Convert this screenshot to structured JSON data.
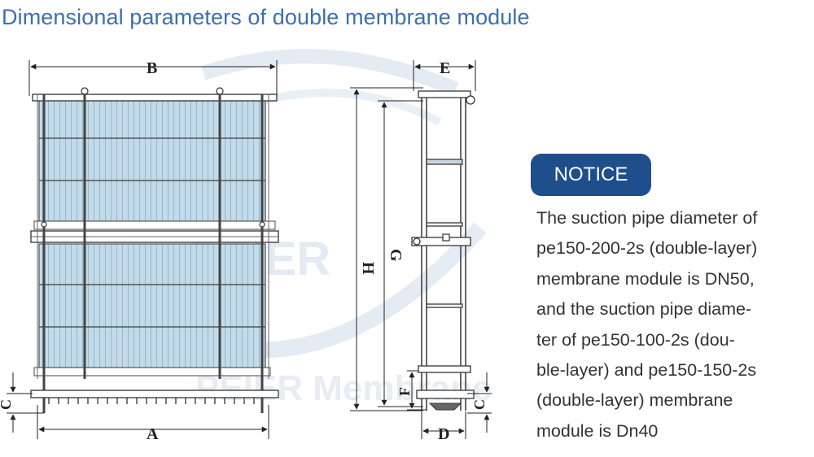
{
  "title": "Dimensional parameters of double membrane module",
  "diagram": {
    "dimension_labels": {
      "B": "B",
      "A": "A",
      "C_left": "C",
      "E": "E",
      "H": "H",
      "G": "G",
      "F": "F",
      "D": "D",
      "C_right": "C"
    },
    "watermark": {
      "logo_text": "PEIER",
      "brand_text": "PEIER Membrane"
    }
  },
  "notice": {
    "badge": "NOTICE",
    "lines": [
      "The suction pipe diameter of",
      "pe150-200-2s (double-layer)",
      "membrane module is DN50,",
      "and the suction pipe diame-",
      "ter of pe150-100-2s (dou-",
      "ble-layer) and pe150-150-2s",
      "(double-layer) membrane",
      "module is Dn40"
    ]
  },
  "colors": {
    "title": "#3d6fae",
    "badge_bg": "#1f4e8c",
    "membrane": "#bfd9e8",
    "watermark": "#dbe6f2"
  }
}
